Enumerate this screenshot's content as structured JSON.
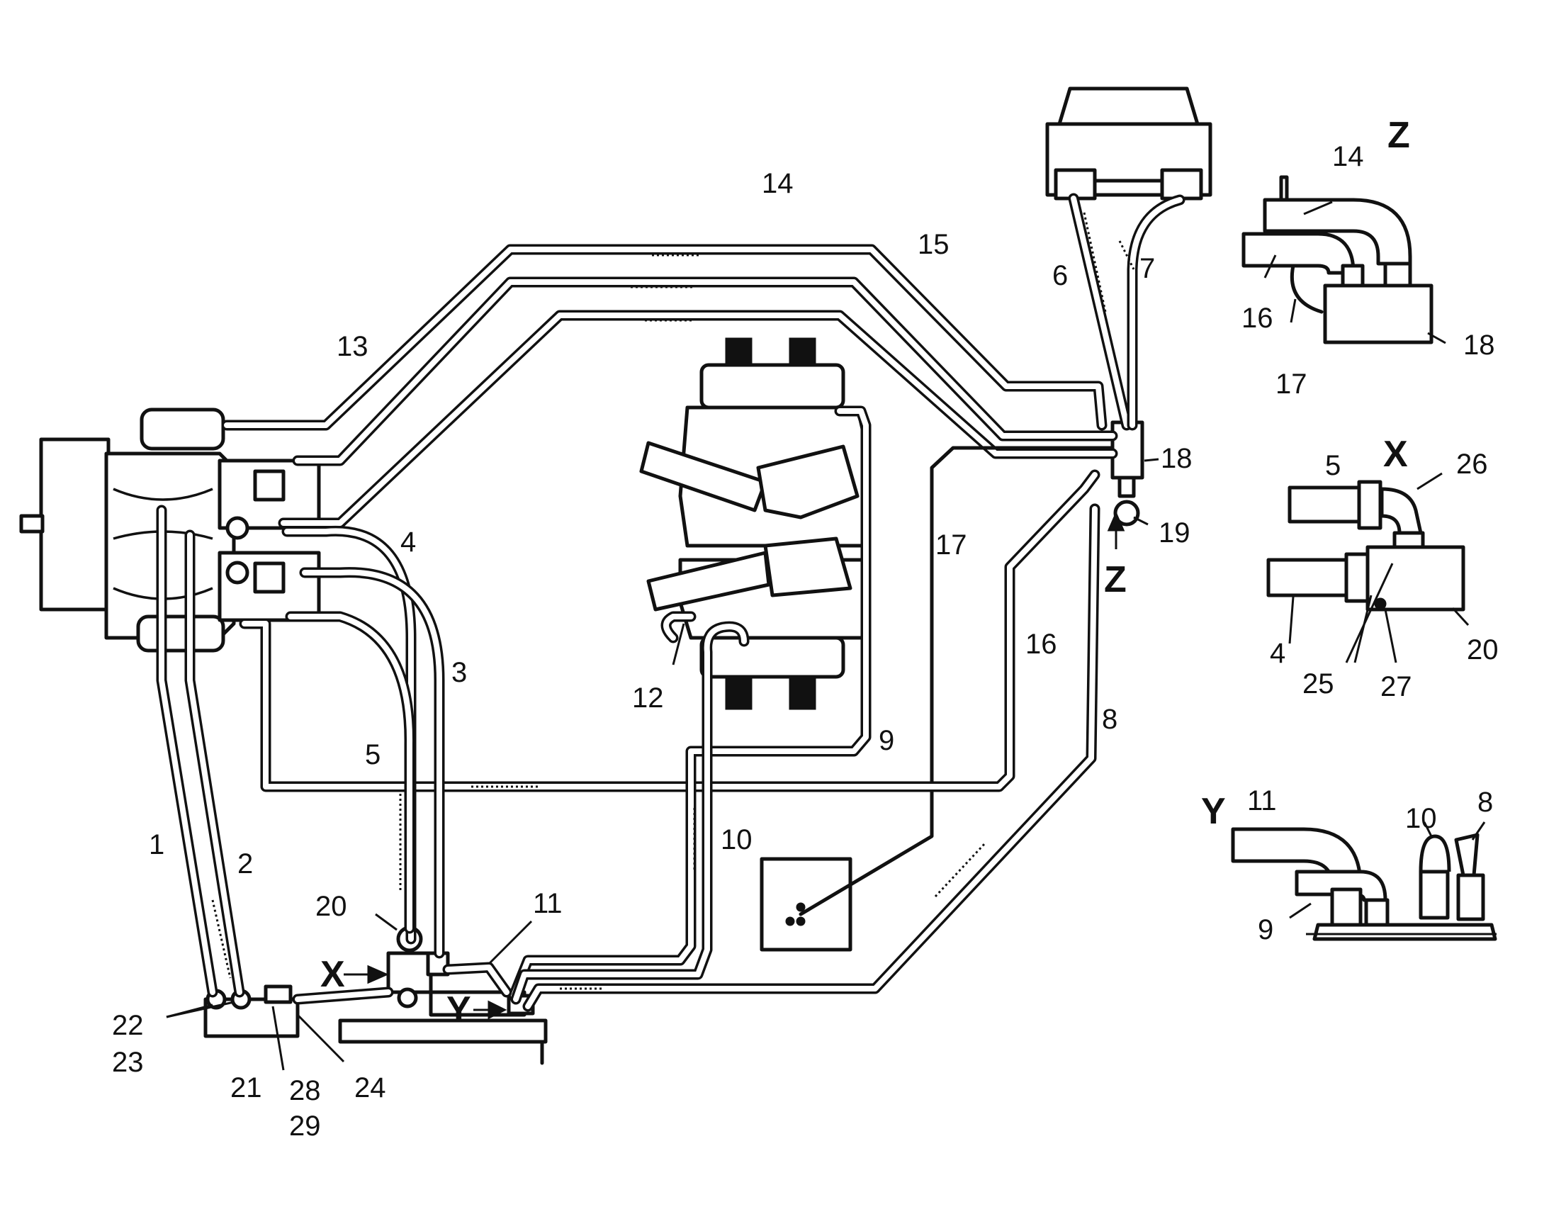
{
  "callouts": {
    "c1": "1",
    "c2": "2",
    "c3": "3",
    "c4": "4",
    "c5": "5",
    "c6": "6",
    "c7": "7",
    "c8": "8",
    "c9": "9",
    "c10": "10",
    "c11": "11",
    "c12": "12",
    "c13": "13",
    "c14": "14",
    "c15": "15",
    "c16": "16",
    "c17": "17",
    "c18": "18",
    "c19": "19",
    "c20": "20",
    "c21": "21",
    "c22": "22",
    "c23": "23",
    "c24": "24",
    "c28": "28",
    "c29": "29"
  },
  "view_markers": {
    "x": "X",
    "y": "Y",
    "z": "Z"
  },
  "detail_z": {
    "title": "Z",
    "labels": {
      "c14": "14",
      "c16": "16",
      "c17": "17",
      "c18": "18"
    }
  },
  "detail_x": {
    "title": "X",
    "labels": {
      "c5": "5",
      "c26": "26",
      "c4": "4",
      "c20": "20",
      "c25": "25",
      "c27": "27"
    }
  },
  "detail_y": {
    "title": "Y",
    "labels": {
      "c11": "11",
      "c10": "10",
      "c8": "8",
      "c9": "9"
    }
  }
}
